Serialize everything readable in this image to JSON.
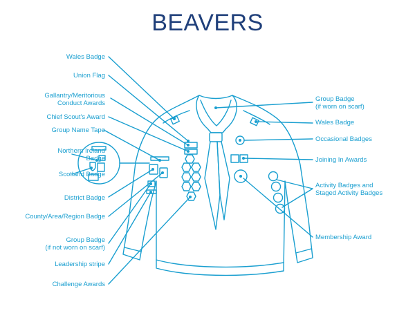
{
  "title": "BEAVERS",
  "colors": {
    "line": "#1a9fd0",
    "title": "#1f3f7a",
    "background": "#ffffff"
  },
  "labels_left": [
    {
      "id": "wales-badge-left",
      "lines": [
        "Wales Badge"
      ]
    },
    {
      "id": "union-flag",
      "lines": [
        "Union Flag"
      ]
    },
    {
      "id": "gallantry",
      "lines": [
        "Gallantry/Meritorious",
        "Conduct Awards"
      ]
    },
    {
      "id": "chief-scouts-award",
      "lines": [
        "Chief Scout's Award"
      ]
    },
    {
      "id": "group-name-tape",
      "lines": [
        "Group Name Tape"
      ]
    },
    {
      "id": "northern-ireland-badge",
      "lines": [
        "Northern Ireland",
        "Badge"
      ]
    },
    {
      "id": "scotland-badge",
      "lines": [
        "Scotland Badge"
      ]
    },
    {
      "id": "district-badge",
      "lines": [
        "District Badge"
      ]
    },
    {
      "id": "county-badge",
      "lines": [
        "County/Area/Region Badge"
      ]
    },
    {
      "id": "group-badge-left",
      "lines": [
        "Group Badge",
        "(if not worn on scarf)"
      ]
    },
    {
      "id": "leadership-stripe",
      "lines": [
        "Leadership stripe"
      ]
    },
    {
      "id": "challenge-awards",
      "lines": [
        "Challenge Awards"
      ]
    }
  ],
  "labels_right": [
    {
      "id": "group-badge-right",
      "lines": [
        "Group Badge",
        "(if worn on scarf)"
      ]
    },
    {
      "id": "wales-badge-right",
      "lines": [
        "Wales Badge"
      ]
    },
    {
      "id": "occasional-badges",
      "lines": [
        "Occasional Badges"
      ]
    },
    {
      "id": "joining-in-awards",
      "lines": [
        "Joining In Awards"
      ]
    },
    {
      "id": "activity-badges",
      "lines": [
        "Activity Badges and",
        "Staged Activity Badges"
      ]
    },
    {
      "id": "membership-award",
      "lines": [
        "Membership Award"
      ]
    }
  ]
}
